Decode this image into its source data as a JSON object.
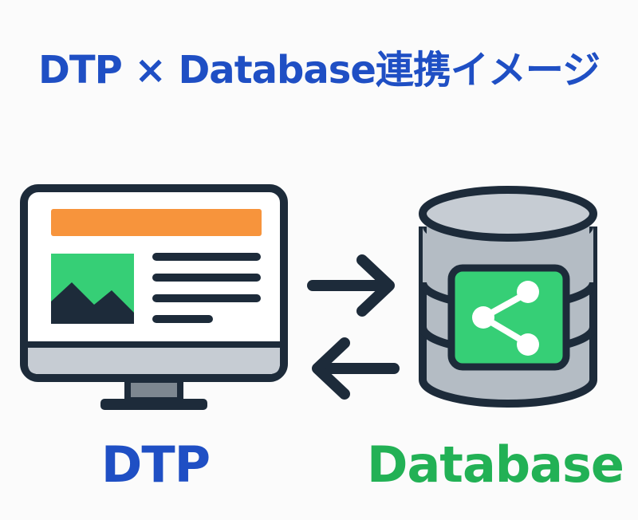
{
  "title": "DTP × Database連携イメージ",
  "labels": {
    "dtp": "DTP",
    "database": "Database"
  },
  "colors": {
    "title": "#1f4fc4",
    "dtp_label": "#1f4fc4",
    "database_label": "#22b155",
    "outline": "#1d2b3a",
    "orange_bar": "#f7943c",
    "green": "#36cf76",
    "light_gray": "#c6ccd3",
    "db_gray": "#b4bcc4"
  },
  "icons": [
    "monitor-icon",
    "database-icon",
    "share-icon",
    "arrow-right-icon",
    "arrow-left-icon"
  ]
}
